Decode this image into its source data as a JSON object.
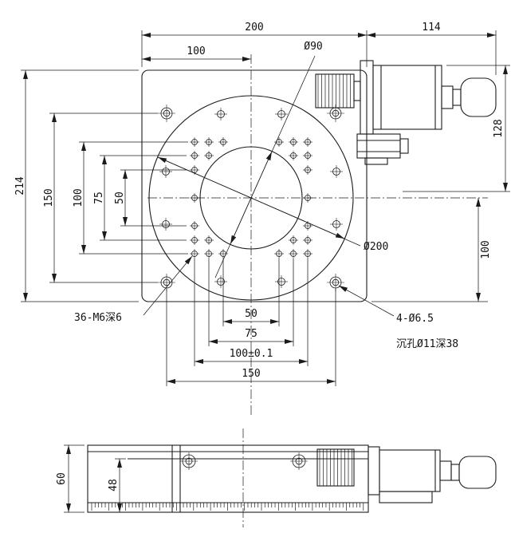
{
  "dims": {
    "top_200": "200",
    "top_114": "114",
    "top_100": "100",
    "left_214": "214",
    "left_150": "150",
    "left_100": "100",
    "left_75": "75",
    "left_50": "50",
    "right_100": "100",
    "right_128": "128",
    "bottom_50": "50",
    "bottom_75": "75",
    "bottom_100": "100±0.1",
    "bottom_150": "150",
    "dia_bore": "Ø90",
    "dia_table": "Ø200",
    "side_60": "60",
    "side_48": "48"
  },
  "notes": {
    "m6": "36-M6深6",
    "corner": "4-Ø6.5",
    "counterbore": "沉孔Ø11深38"
  }
}
